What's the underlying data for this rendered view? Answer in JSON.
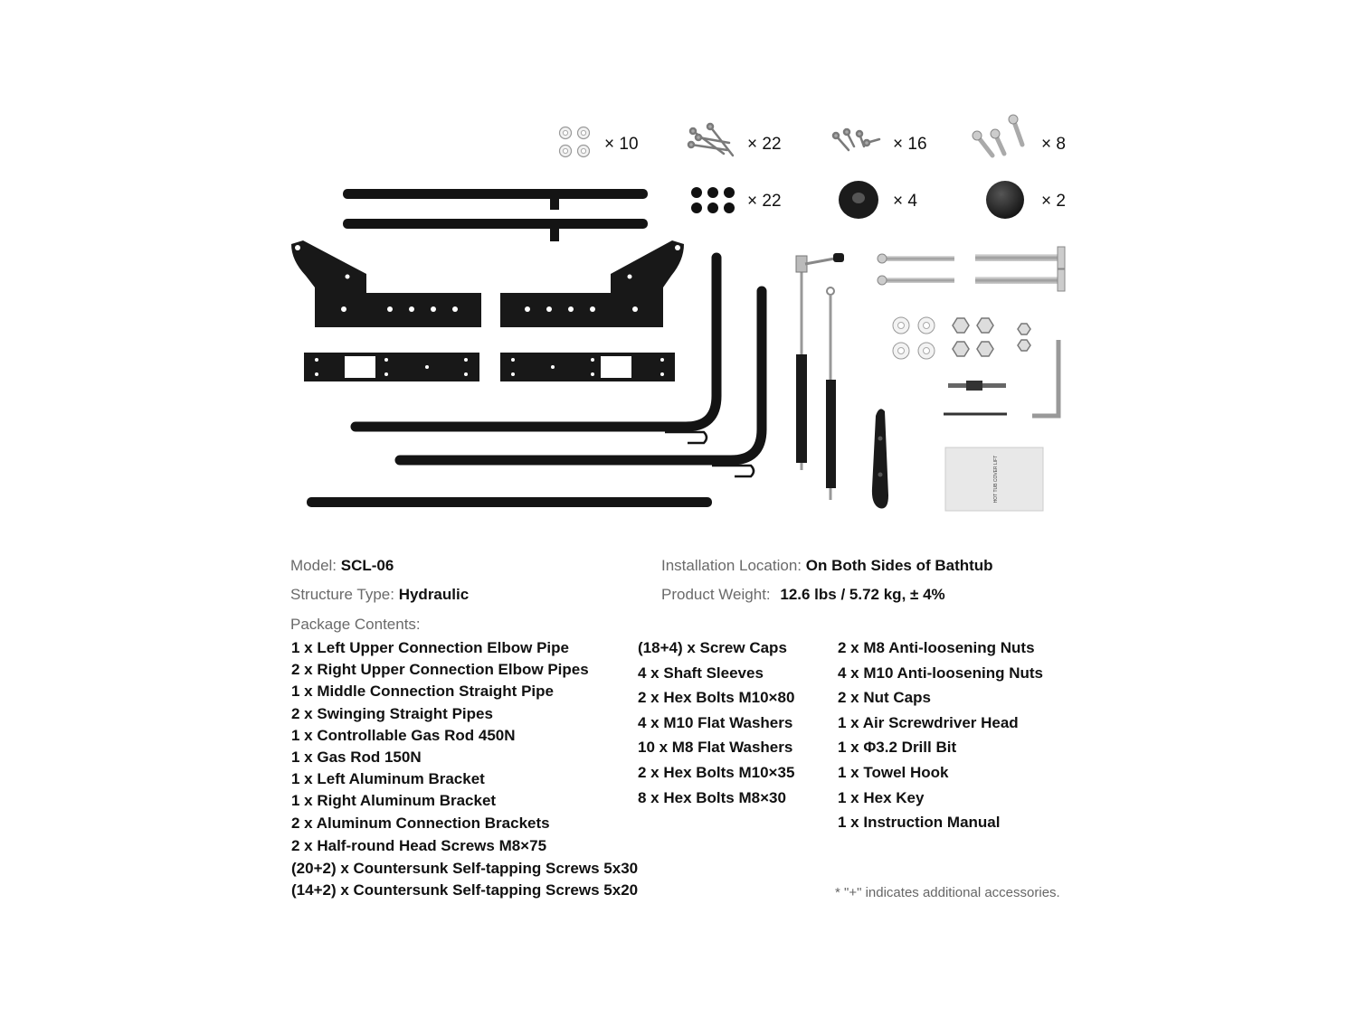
{
  "counts": {
    "flat_washers": "× 10",
    "long_screws": "× 22",
    "short_screws": "× 16",
    "half_round_bolts": "× 8",
    "screw_caps": "× 22",
    "shaft_sleeves": "× 4",
    "nut_caps": "× 2"
  },
  "manual_cover_text": "HOT TUB COVER LIFT",
  "specs": {
    "model_label": "Model:",
    "model_value": "SCL-06",
    "location_label": "Installation Location:",
    "location_value": "On Both Sides of Bathtub",
    "structure_label": "Structure Type:",
    "structure_value": "Hydraulic",
    "weight_label": "Product Weight:",
    "weight_value": "12.6 lbs / 5.72 kg, ± 4%"
  },
  "package": {
    "label": "Package Contents:",
    "col1": [
      "1 x Left Upper Connection Elbow Pipe",
      "2 x Right Upper Connection Elbow Pipes",
      "1 x Middle Connection Straight Pipe",
      "2 x Swinging Straight Pipes",
      "1 x Controllable Gas Rod 450N",
      "1 x Gas Rod 150N",
      "1 x Left Aluminum Bracket",
      "1 x Right Aluminum Bracket",
      "2 x Aluminum Connection Brackets",
      "2 x Half-round Head Screws M8×75",
      "(20+2) x Countersunk Self-tapping Screws 5x30",
      "(14+2) x Countersunk Self-tapping Screws 5x20"
    ],
    "col2": [
      "(18+4) x Screw Caps",
      "4 x Shaft Sleeves",
      "2 x Hex Bolts M10×80",
      "4 x M10 Flat Washers",
      "10 x M8 Flat Washers",
      "2 x Hex Bolts M10×35",
      "8 x Hex Bolts M8×30"
    ],
    "col3": [
      "2 x M8 Anti-loosening Nuts",
      "4 x M10 Anti-loosening Nuts",
      "2 x Nut Caps",
      "1 x Air Screwdriver Head",
      "1 x Φ3.2 Drill Bit",
      "1 x Towel Hook",
      "1 x Hex Key",
      "1 x Instruction Manual"
    ]
  },
  "footnote": "* \"+\" indicates additional accessories."
}
